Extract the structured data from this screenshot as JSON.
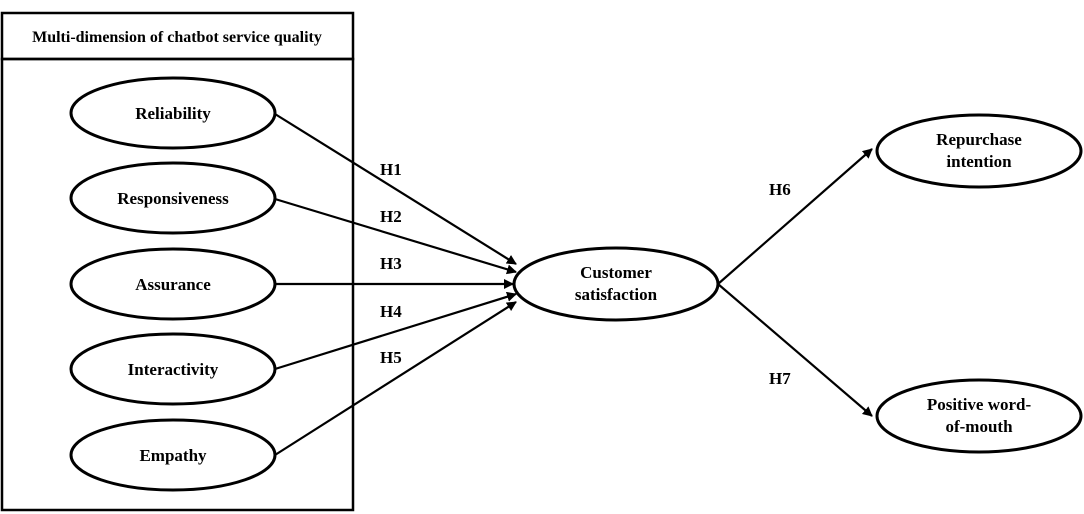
{
  "colors": {
    "line": "#000000",
    "background": "#ffffff"
  },
  "group": {
    "title": "Multi-dimension of chatbot service quality"
  },
  "nodes": {
    "reliability": "Reliability",
    "responsiveness": "Responsiveness",
    "assurance": "Assurance",
    "interactivity": "Interactivity",
    "empathy": "Empathy",
    "customer_satisfaction": [
      "Customer",
      "satisfaction"
    ],
    "repurchase_intention": [
      "Repurchase",
      "intention"
    ],
    "positive_wom": [
      "Positive word-",
      "of-mouth"
    ]
  },
  "hypotheses": {
    "h1": "H1",
    "h2": "H2",
    "h3": "H3",
    "h4": "H4",
    "h5": "H5",
    "h6": "H6",
    "h7": "H7"
  }
}
